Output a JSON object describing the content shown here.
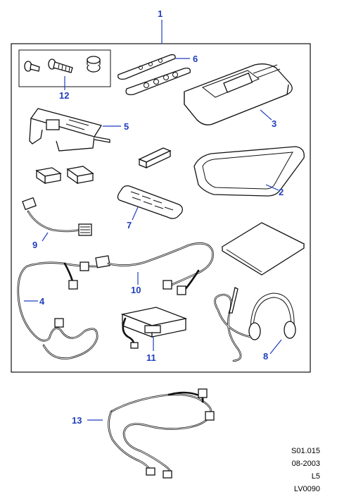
{
  "colors": {
    "callout": "#1f3fbf",
    "line": "#111111",
    "background": "#ffffff"
  },
  "callouts": {
    "c1": "1",
    "c2": "2",
    "c3": "3",
    "c4": "4",
    "c5": "5",
    "c6": "6",
    "c7": "7",
    "c8": "8",
    "c9": "9",
    "c10": "10",
    "c11": "11",
    "c12": "12",
    "c13": "13"
  },
  "reference": {
    "code": "S01.015",
    "date": "08-2003",
    "line3": "L5",
    "figure_id": "LV0090"
  }
}
